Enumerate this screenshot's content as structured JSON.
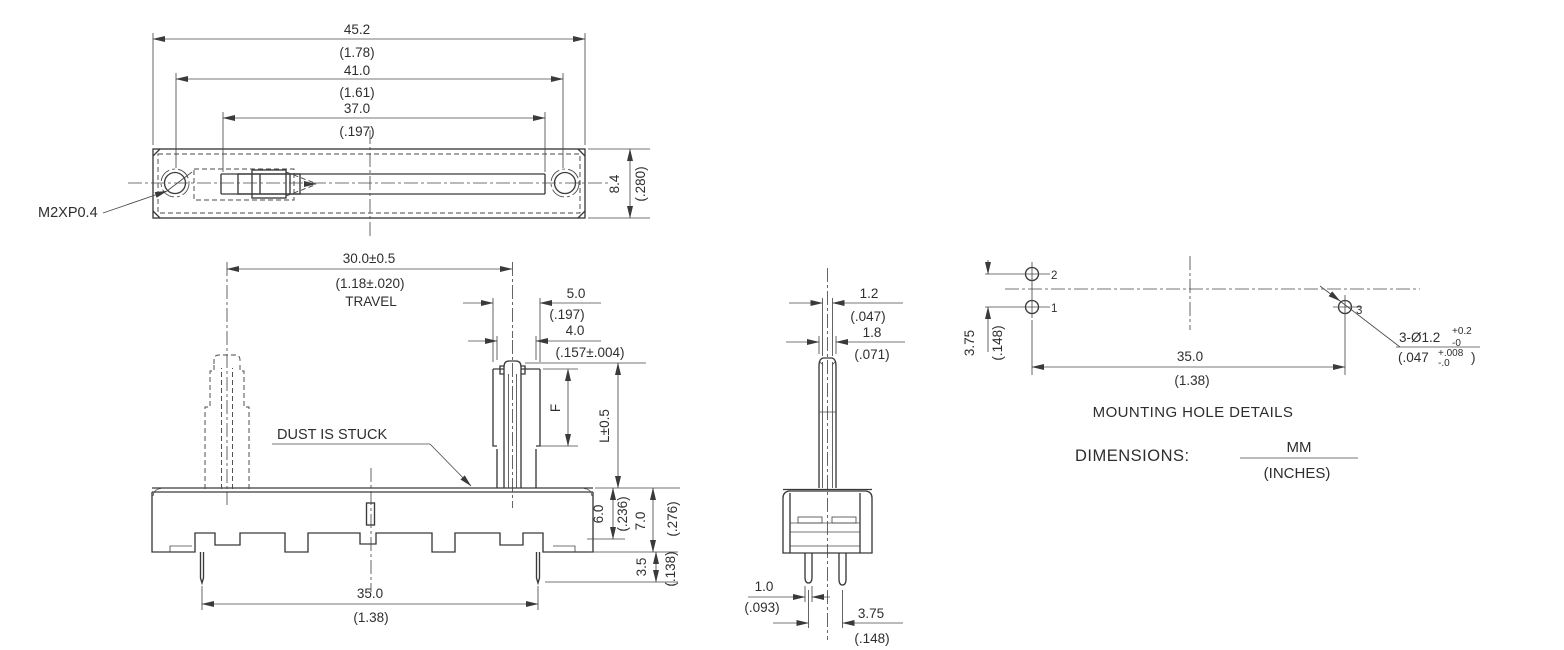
{
  "drawing": {
    "top_view": {
      "overall_width": {
        "mm": "45.2",
        "in": "(1.78)"
      },
      "hole_pitch": {
        "mm": "41.0",
        "in": "(1.61)"
      },
      "slot_length": {
        "mm": "37.0",
        "in": "(.197)"
      },
      "body_height": {
        "mm": "8.4",
        "in": "(.280)"
      },
      "thread_label": "M2XP0.4"
    },
    "front_view": {
      "travel": {
        "mm": "30.0±0.5",
        "in": "(1.18±.020)",
        "caption": "TRAVEL"
      },
      "lever_outer": {
        "mm": "5.0",
        "in": "(.197)"
      },
      "lever_inner": {
        "mm": "4.0",
        "in": "(.157±.004)"
      },
      "f_dim": "F",
      "l_dim": "L±0.5",
      "body_depth": {
        "mm": "6.0",
        "in": "(.236)"
      },
      "body_total": {
        "mm": "7.0",
        "in": "(.276)"
      },
      "pin_length": {
        "mm": "3.5",
        "in": "(.138)"
      },
      "pin_span": {
        "mm": "35.0",
        "in": "(1.38)"
      },
      "dust_note": "DUST IS STUCK"
    },
    "side_view": {
      "lever_tip": {
        "mm": "1.2",
        "in": "(.047)"
      },
      "lever_base": {
        "mm": "1.8",
        "in": "(.071)"
      },
      "pin_width": {
        "mm": "1.0",
        "in": "(.093)"
      },
      "pin_pitch": {
        "mm": "3.75",
        "in": "(.148)"
      }
    },
    "mounting_view": {
      "title": "MOUNTING HOLE DETAILS",
      "row_offset": {
        "mm": "3.75",
        "in": "(.148)"
      },
      "hole_span": {
        "mm": "35.0",
        "in": "(1.38)"
      },
      "hole_spec": {
        "mm": "3-Ø1.2",
        "tol_plus": "+0.2",
        "tol_minus": "-0",
        "in_open": "(.047",
        "in_tol_plus": "+.008",
        "in_tol_minus": "-.0",
        "in_close": ")"
      },
      "hole_labels": {
        "h1": "1",
        "h2": "2",
        "h3": "3"
      }
    },
    "units_note": {
      "label": "DIMENSIONS:",
      "numerator": "MM",
      "denominator": "(INCHES)"
    }
  }
}
